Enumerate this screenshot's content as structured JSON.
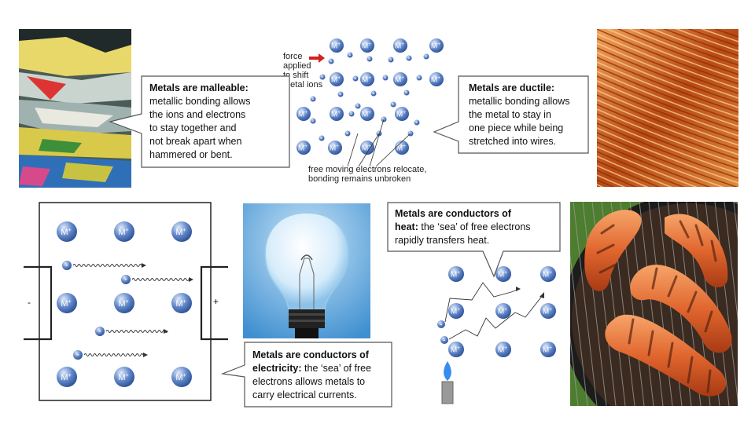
{
  "malleable": {
    "title": "Metals are malleable:",
    "lines": [
      "metallic bonding allows",
      "the ions and electrons",
      "to stay together and",
      "not break apart when",
      "hammered or bent."
    ]
  },
  "ductile": {
    "title": "Metals are ductile:",
    "lines": [
      "metallic bonding allows",
      "the metal to stay in",
      "one piece while being",
      "stretched into wires."
    ]
  },
  "lattice": {
    "force_lines": [
      "force",
      "applied",
      "to shift",
      "metal ions"
    ],
    "caption_lines": [
      "free moving electrons relocate,",
      "bonding remains unbroken"
    ]
  },
  "heat": {
    "title_lines": [
      "Metals are conductors of",
      "heat:"
    ],
    "lines": [
      "the ‘sea’ of free electrons",
      "rapidly transfers heat."
    ]
  },
  "electricity": {
    "title_lines": [
      "Metals are conductors of",
      "electricity:"
    ],
    "lines": [
      "the ‘sea’ of free",
      "electrons allows metals to",
      "carry electrical currents."
    ]
  },
  "circuit": {
    "minus_label": "-",
    "plus_label": "+"
  },
  "ion": {
    "label": "M",
    "superscript": "+",
    "electron_sign": "-"
  },
  "colors": {
    "ion_fill": "#5f86c8",
    "ion_dark": "#2c4f93",
    "wire_copper": "#c4652a",
    "arrow_red": "#d32020",
    "flame_blue": "#3a8bf0"
  }
}
